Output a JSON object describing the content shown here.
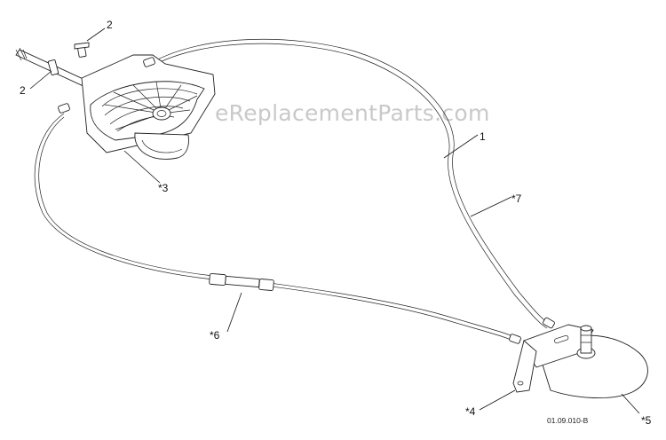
{
  "watermark": "eReplacementParts.com",
  "ref_code": "01.09.010-B",
  "callouts": {
    "bolt_top": "2",
    "bolt_left": "2",
    "control_plate": "*3",
    "cable_top": "1",
    "cable_right": "*7",
    "cable_lower": "*6",
    "bracket": "*4",
    "chute_base": "*5"
  },
  "colors": {
    "line": "#222222",
    "watermark": "#c9c9c9",
    "background": "#ffffff"
  }
}
